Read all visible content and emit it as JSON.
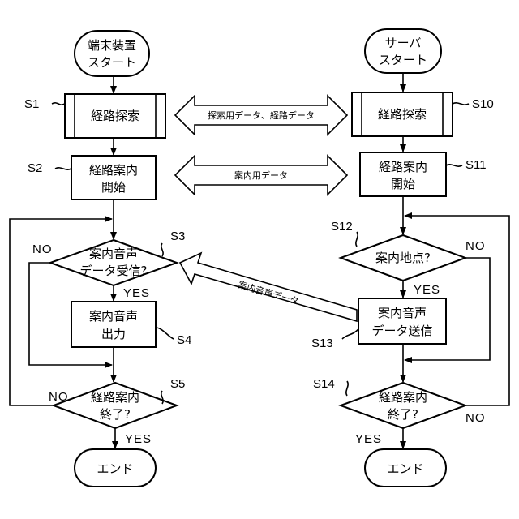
{
  "terminal": {
    "start_line1": "端末装置",
    "start_line2": "スタート",
    "end": "エンド"
  },
  "server": {
    "start_line1": "サーバ",
    "start_line2": "スタート",
    "end": "エンド"
  },
  "steps": {
    "s1": {
      "label": "S1",
      "text": "経路探索"
    },
    "s2": {
      "label": "S2",
      "line1": "経路案内",
      "line2": "開始"
    },
    "s3": {
      "label": "S3",
      "line1": "案内音声",
      "line2": "データ受信?"
    },
    "s4": {
      "label": "S4",
      "line1": "案内音声",
      "line2": "出力"
    },
    "s5": {
      "label": "S5",
      "line1": "経路案内",
      "line2": "終了?"
    },
    "s10": {
      "label": "S10",
      "text": "経路探索"
    },
    "s11": {
      "label": "S11",
      "line1": "経路案内",
      "line2": "開始"
    },
    "s12": {
      "label": "S12",
      "text": "案内地点?"
    },
    "s13": {
      "label": "S13",
      "line1": "案内音声",
      "line2": "データ送信"
    },
    "s14": {
      "label": "S14",
      "line1": "経路案内",
      "line2": "終了?"
    }
  },
  "branches": {
    "yes": "YES",
    "no": "NO"
  },
  "transfers": {
    "search": "探索用データ、経路データ",
    "guide": "案内用データ",
    "voice": "案内音声データ"
  }
}
